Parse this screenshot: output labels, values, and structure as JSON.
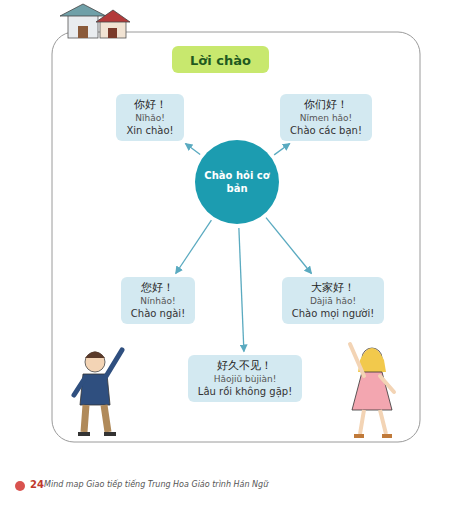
{
  "diagram": {
    "title": "Lời chào",
    "nodes": [
      {
        "text": [
          "Chào hỏi cơ bản"
        ]
      },
      {
        "text": [
          "你好！",
          "Nǐhǎo!",
          "Xin chào!"
        ]
      },
      {
        "text": [
          "你们好！",
          "Nǐmen hǎo!",
          "Chào các bạn!"
        ]
      },
      {
        "text": [
          "您好！",
          "Nínhǎo!",
          "Chào ngài!"
        ]
      },
      {
        "text": [
          "大家好！",
          "Dàjiā hǎo!",
          "Chào mọi người!"
        ]
      },
      {
        "text": [
          "好久不见！",
          "Hǎojiǔ bùjiàn!",
          "Lâu rồi không gặp!"
        ]
      }
    ],
    "edges": [
      {
        "from": 0,
        "to": 1,
        "arrow": "to"
      },
      {
        "from": 0,
        "to": 2,
        "arrow": "to"
      },
      {
        "from": 0,
        "to": 3,
        "arrow": "to"
      },
      {
        "from": 0,
        "to": 4,
        "arrow": "to"
      },
      {
        "from": 0,
        "to": 5,
        "arrow": "to"
      }
    ],
    "labels": [
      "24",
      "Mind map Giao tiếp tiếng Trung Hoa Giáo trình Hán Ngữ"
    ]
  }
}
